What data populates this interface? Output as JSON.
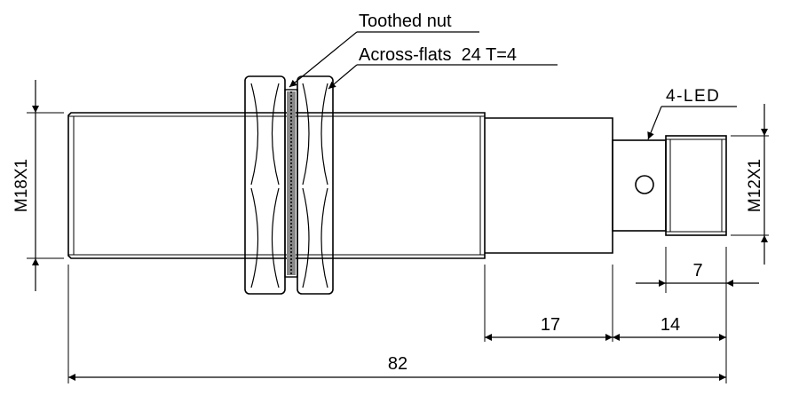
{
  "labels": {
    "toothed_nut": "Toothed nut",
    "across_flats": "Across-flats  24 T=4",
    "led": "4-LED",
    "thread_main": "M18X1",
    "thread_connector": "M12X1"
  },
  "dimensions": {
    "connector_thread_length": "7",
    "connector_length": "14",
    "rear_body_length": "17",
    "total_length": "82"
  },
  "colors": {
    "line": "#000000",
    "background": "#ffffff"
  }
}
